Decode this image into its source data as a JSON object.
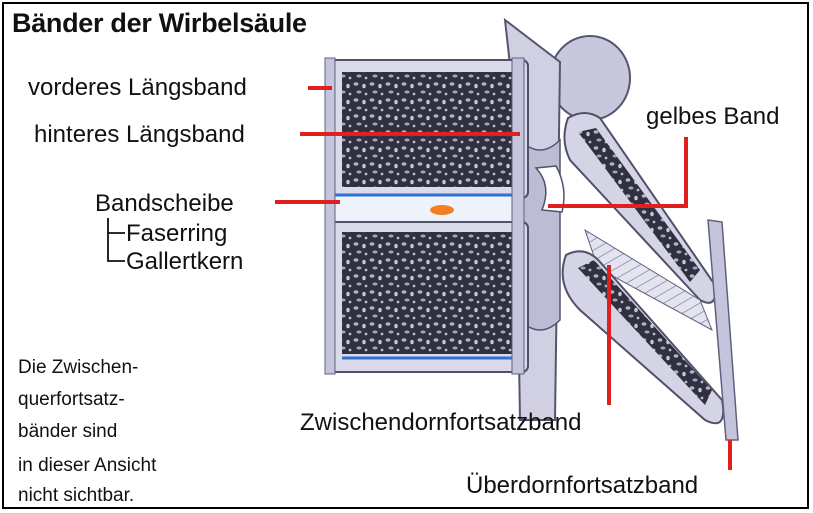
{
  "title": "Bänder der Wirbelsäule",
  "labels": {
    "vorderes": "vorderes Längsband",
    "hinteres": "hinteres Längsband",
    "bandscheibe": "Bandscheibe",
    "faserring": "Faserring",
    "gallertkern": "Gallertkern",
    "gelbes": "gelbes Band",
    "zwischendorn": "Zwischendornfortsatzband",
    "ueberdorn": "Überdornfortsatzband"
  },
  "note": [
    "Die Zwischen-",
    "querfortsatz-",
    "bänder sind",
    "in dieser Ansicht",
    "nicht sichtbar."
  ],
  "colors": {
    "bone": "#dcdcea",
    "bone_shade": "#a8a8c4",
    "cancellous": "#303040",
    "disc_blue": "#3070d0",
    "nucleus": "#f08020",
    "pointer": "#e02020"
  }
}
